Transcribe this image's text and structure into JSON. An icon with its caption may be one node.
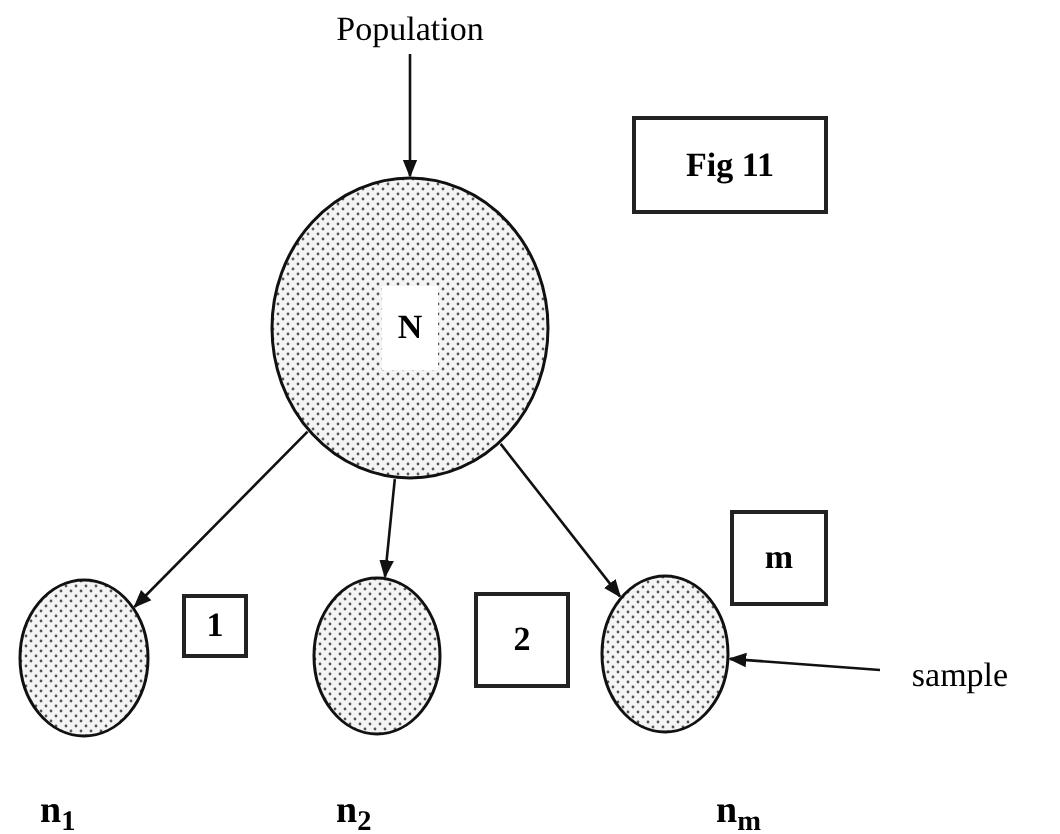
{
  "diagram": {
    "nodes": [
      {
        "text": [
          "Population"
        ]
      },
      {
        "text": [
          "N"
        ]
      },
      {
        "text": [
          "Fig 11"
        ]
      },
      {
        "text": [],
        "shape": "circle",
        "beside": [
          "n$_{1}$"
        ]
      },
      {
        "text": [
          "1"
        ]
      },
      {
        "text": [],
        "shape": "circle",
        "beside": [
          "n$_{2}$"
        ]
      },
      {
        "text": [
          "2"
        ]
      },
      {
        "text": [
          "m"
        ]
      },
      {
        "text": [],
        "shape": "circle",
        "beside": [
          "n$_{m}$"
        ]
      },
      {
        "text": [
          "sample"
        ]
      }
    ],
    "edges": [
      {
        "from": 0,
        "to": 1,
        "arrow": "to"
      },
      {
        "from": 1,
        "to": 3,
        "arrow": "to"
      },
      {
        "from": 1,
        "to": 5,
        "arrow": "to"
      },
      {
        "from": 1,
        "to": 8,
        "arrow": "to"
      },
      {
        "from": 9,
        "to": 8,
        "arrow": "to"
      }
    ]
  }
}
